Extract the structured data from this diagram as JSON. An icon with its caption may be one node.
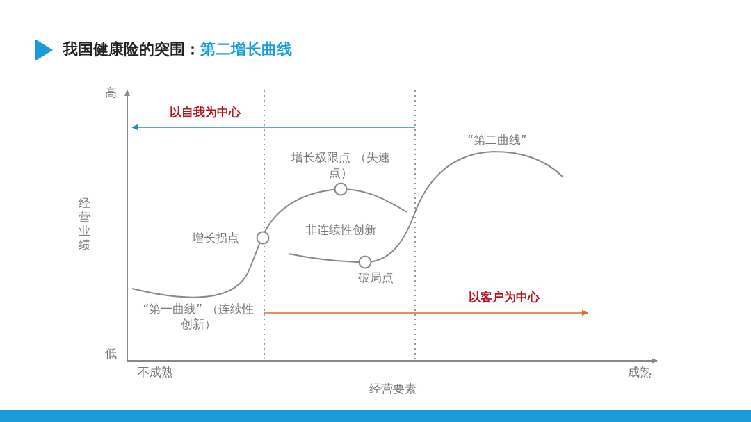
{
  "diagram": {
    "title": "我国健康险的突围：第二增长曲线",
    "nodes": [
      {
        "text": [],
        "shape": "circle",
        "beside": [
          "增长拐点"
        ]
      },
      {
        "text": [],
        "shape": "circle",
        "beside": [
          "增长极限点 （失速点）"
        ]
      },
      {
        "text": [],
        "shape": "circle",
        "beside": [
          "破局点"
        ]
      }
    ],
    "labels": [
      "高",
      "以自我为中心",
      "“第二曲线”",
      "经营业绩",
      "非连续性创新",
      "以客户为中心",
      "“第一曲线” （连续性创新）",
      "低",
      "不成熟",
      "成熟",
      "经营要素"
    ]
  }
}
